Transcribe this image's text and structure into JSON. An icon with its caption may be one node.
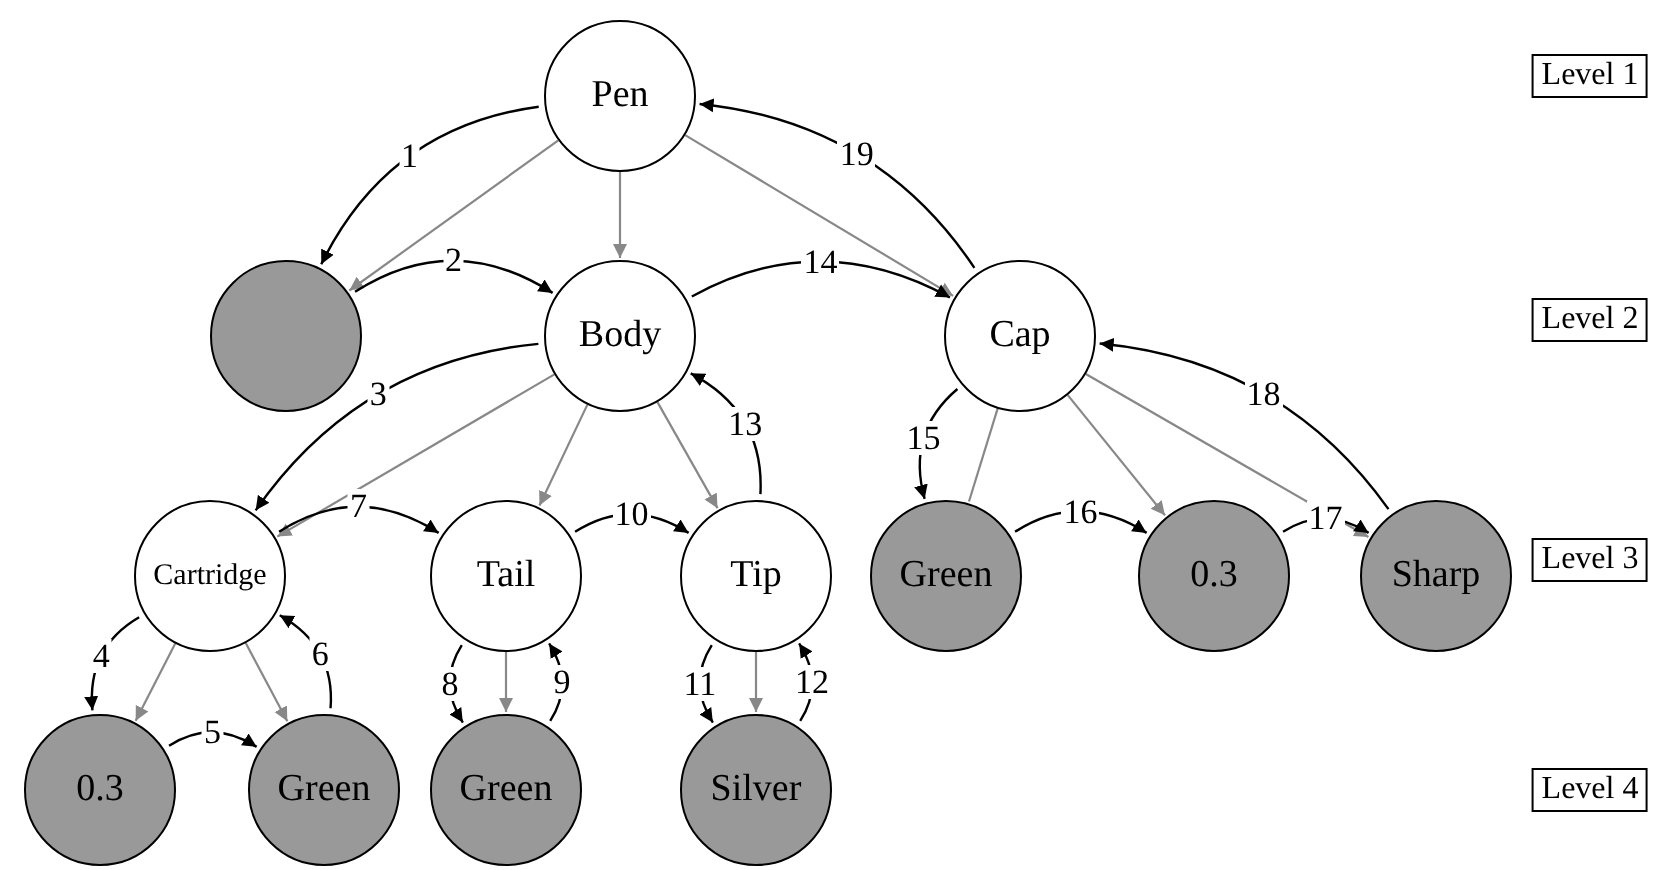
{
  "diagram": {
    "nodes": [
      {
        "text": [
          "Pen"
        ]
      },
      {
        "text": [],
        "shape": "circle"
      },
      {
        "text": [
          "Body"
        ]
      },
      {
        "text": [
          "Cap"
        ]
      },
      {
        "text": [
          "Cartridge"
        ]
      },
      {
        "text": [
          "Tail"
        ]
      },
      {
        "text": [
          "Tip"
        ]
      },
      {
        "text": [
          "Green"
        ]
      },
      {
        "text": [
          "0.3"
        ]
      },
      {
        "text": [
          "Sharp"
        ]
      },
      {
        "text": [
          "0.3"
        ]
      },
      {
        "text": [
          "Green"
        ]
      },
      {
        "text": [
          "Green"
        ]
      },
      {
        "text": [
          "Silver"
        ]
      },
      {
        "text": [
          "Level 1"
        ]
      },
      {
        "text": [
          "Level 2"
        ]
      },
      {
        "text": [
          "Level 3"
        ]
      },
      {
        "text": [
          "Level 4"
        ]
      }
    ],
    "edges": [
      {
        "from": 0,
        "to": 1,
        "arrow": "to",
        "color": "#888888"
      },
      {
        "from": 0,
        "to": 2,
        "arrow": "to",
        "color": "#888888"
      },
      {
        "from": 0,
        "to": 3,
        "arrow": "to",
        "color": "#888888"
      },
      {
        "from": 2,
        "to": 4,
        "arrow": "to",
        "color": "#888888"
      },
      {
        "from": 2,
        "to": 5,
        "arrow": "to",
        "color": "#888888"
      },
      {
        "from": 2,
        "to": 6,
        "arrow": "to",
        "color": "#888888"
      },
      {
        "from": 4,
        "to": 10,
        "arrow": "to",
        "color": "#888888"
      },
      {
        "from": 4,
        "to": 11,
        "arrow": "to",
        "color": "#888888"
      },
      {
        "from": 5,
        "to": 12,
        "arrow": "to",
        "color": "#888888"
      },
      {
        "from": 6,
        "to": 13,
        "arrow": "to",
        "color": "#888888"
      },
      {
        "from": 3,
        "to": 7,
        "arrow": "none",
        "color": "#888888"
      },
      {
        "from": 3,
        "to": 8,
        "arrow": "to",
        "color": "#888888"
      },
      {
        "from": 3,
        "to": 9,
        "arrow": "to",
        "color": "#888888"
      },
      {
        "from": 0,
        "to": 1,
        "arrow": "to",
        "label": "1"
      },
      {
        "from": 1,
        "to": 2,
        "arrow": "to",
        "label": "2"
      },
      {
        "from": 2,
        "to": 4,
        "arrow": "to",
        "label": "3"
      },
      {
        "from": 4,
        "to": 10,
        "arrow": "to",
        "label": "4"
      },
      {
        "from": 10,
        "to": 11,
        "arrow": "to",
        "label": "5"
      },
      {
        "from": 11,
        "to": 4,
        "arrow": "to",
        "label": "6"
      },
      {
        "from": 4,
        "to": 5,
        "arrow": "to",
        "label": "7"
      },
      {
        "from": 5,
        "to": 12,
        "arrow": "to",
        "label": "8"
      },
      {
        "from": 12,
        "to": 5,
        "arrow": "to",
        "label": "9"
      },
      {
        "from": 5,
        "to": 6,
        "arrow": "to",
        "label": "10"
      },
      {
        "from": 6,
        "to": 13,
        "arrow": "to",
        "label": "11"
      },
      {
        "from": 13,
        "to": 6,
        "arrow": "to",
        "label": "12"
      },
      {
        "from": 6,
        "to": 2,
        "arrow": "to",
        "label": "13"
      },
      {
        "from": 2,
        "to": 3,
        "arrow": "to",
        "label": "14"
      },
      {
        "from": 3,
        "to": 7,
        "arrow": "to",
        "label": "15"
      },
      {
        "from": 7,
        "to": 8,
        "arrow": "to",
        "label": "16"
      },
      {
        "from": 8,
        "to": 9,
        "arrow": "to",
        "label": "17"
      },
      {
        "from": 9,
        "to": 3,
        "arrow": "to",
        "label": "18"
      },
      {
        "from": 3,
        "to": 0,
        "arrow": "to",
        "label": "19"
      }
    ]
  }
}
